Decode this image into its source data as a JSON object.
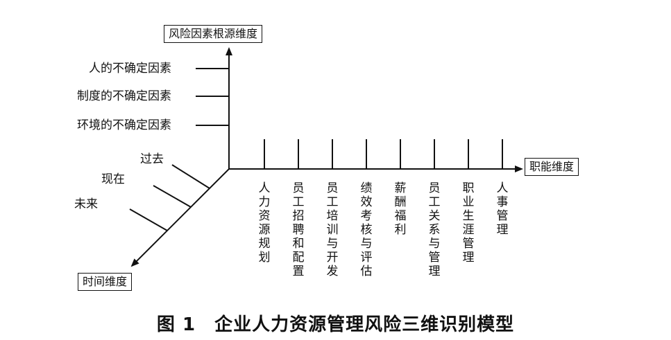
{
  "axes": {
    "risk_root": "风险因素根源维度",
    "function": "职能维度",
    "time": "时间维度"
  },
  "risk_factors": [
    "人的不确定因素",
    "制度的不确定因素",
    "环境的不确定因素"
  ],
  "time_points": [
    "过去",
    "现在",
    "未来"
  ],
  "functions": [
    "人力资源规划",
    "员工招聘和配置",
    "员工培训与开发",
    "绩效考核与评估",
    "薪酬福利",
    "员工关系与管理",
    "职业生涯管理",
    "人事管理"
  ],
  "caption": "图 1　企业人力资源管理风险三维识别模型"
}
